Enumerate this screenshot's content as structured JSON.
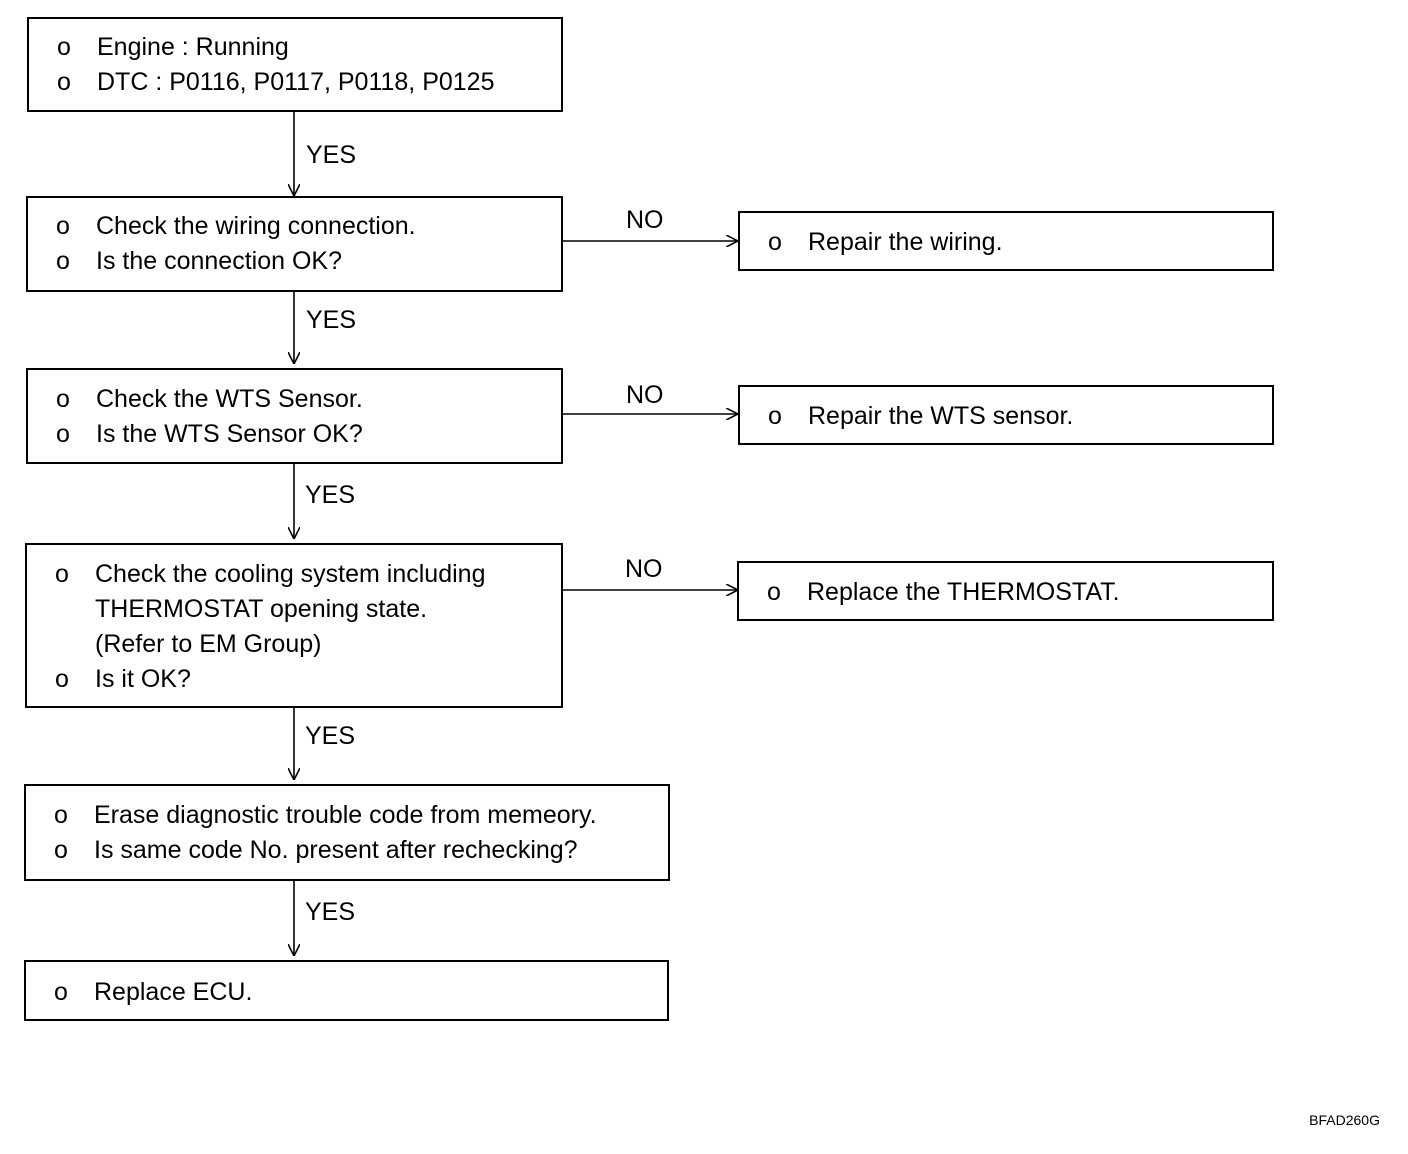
{
  "flow": {
    "start": {
      "lines": [
        {
          "bullet": "o",
          "text": "Engine : Running"
        },
        {
          "bullet": "o",
          "text": "DTC : P0116, P0117, P0118, P0125"
        }
      ]
    },
    "step1": {
      "lines": [
        {
          "bullet": "o",
          "text": "Check the wiring connection."
        },
        {
          "bullet": "o",
          "text": "Is the connection OK?"
        }
      ],
      "no_action": {
        "bullet": "o",
        "text": "Repair the wiring."
      }
    },
    "step2": {
      "lines": [
        {
          "bullet": "o",
          "text": "Check the WTS Sensor."
        },
        {
          "bullet": "o",
          "text": "Is the WTS Sensor OK?"
        }
      ],
      "no_action": {
        "bullet": "o",
        "text": "Repair the WTS sensor."
      }
    },
    "step3": {
      "lines": [
        {
          "bullet": "o",
          "text": "Check the cooling system including"
        },
        {
          "bullet": "",
          "text": "THERMOSTAT opening state."
        },
        {
          "bullet": "",
          "text": "(Refer to EM Group)"
        },
        {
          "bullet": "o",
          "text": "Is it OK?"
        }
      ],
      "no_action": {
        "bullet": "o",
        "text": "Replace the THERMOSTAT."
      }
    },
    "step4": {
      "lines": [
        {
          "bullet": "o",
          "text": "Erase diagnostic trouble code from memeory."
        },
        {
          "bullet": "o",
          "text": "Is same code No. present after rechecking?"
        }
      ]
    },
    "end": {
      "lines": [
        {
          "bullet": "o",
          "text": "Replace ECU."
        }
      ]
    }
  },
  "labels": {
    "yes": "YES",
    "no": "NO"
  },
  "footer": {
    "code": "BFAD260G"
  }
}
